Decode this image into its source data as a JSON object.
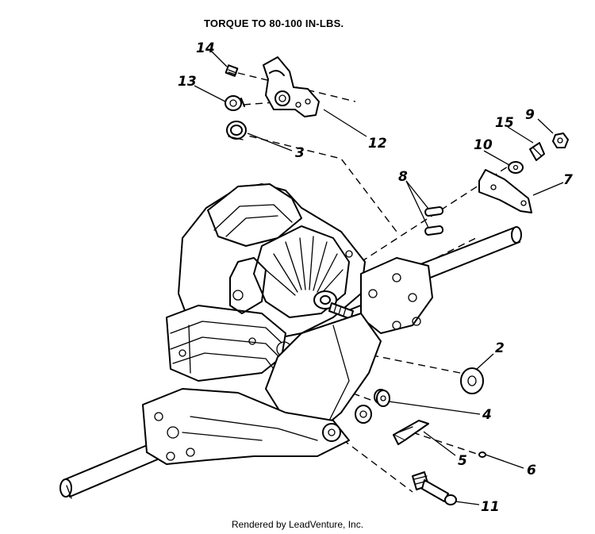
{
  "diagram": {
    "note": "TORQUE TO 80-100 IN-LBS.",
    "footer": "Rendered by LeadVenture, Inc.",
    "callouts": [
      "14",
      "13",
      "12",
      "3",
      "15",
      "9",
      "10",
      "7",
      "8",
      "2",
      "4",
      "5",
      "6",
      "11"
    ]
  }
}
